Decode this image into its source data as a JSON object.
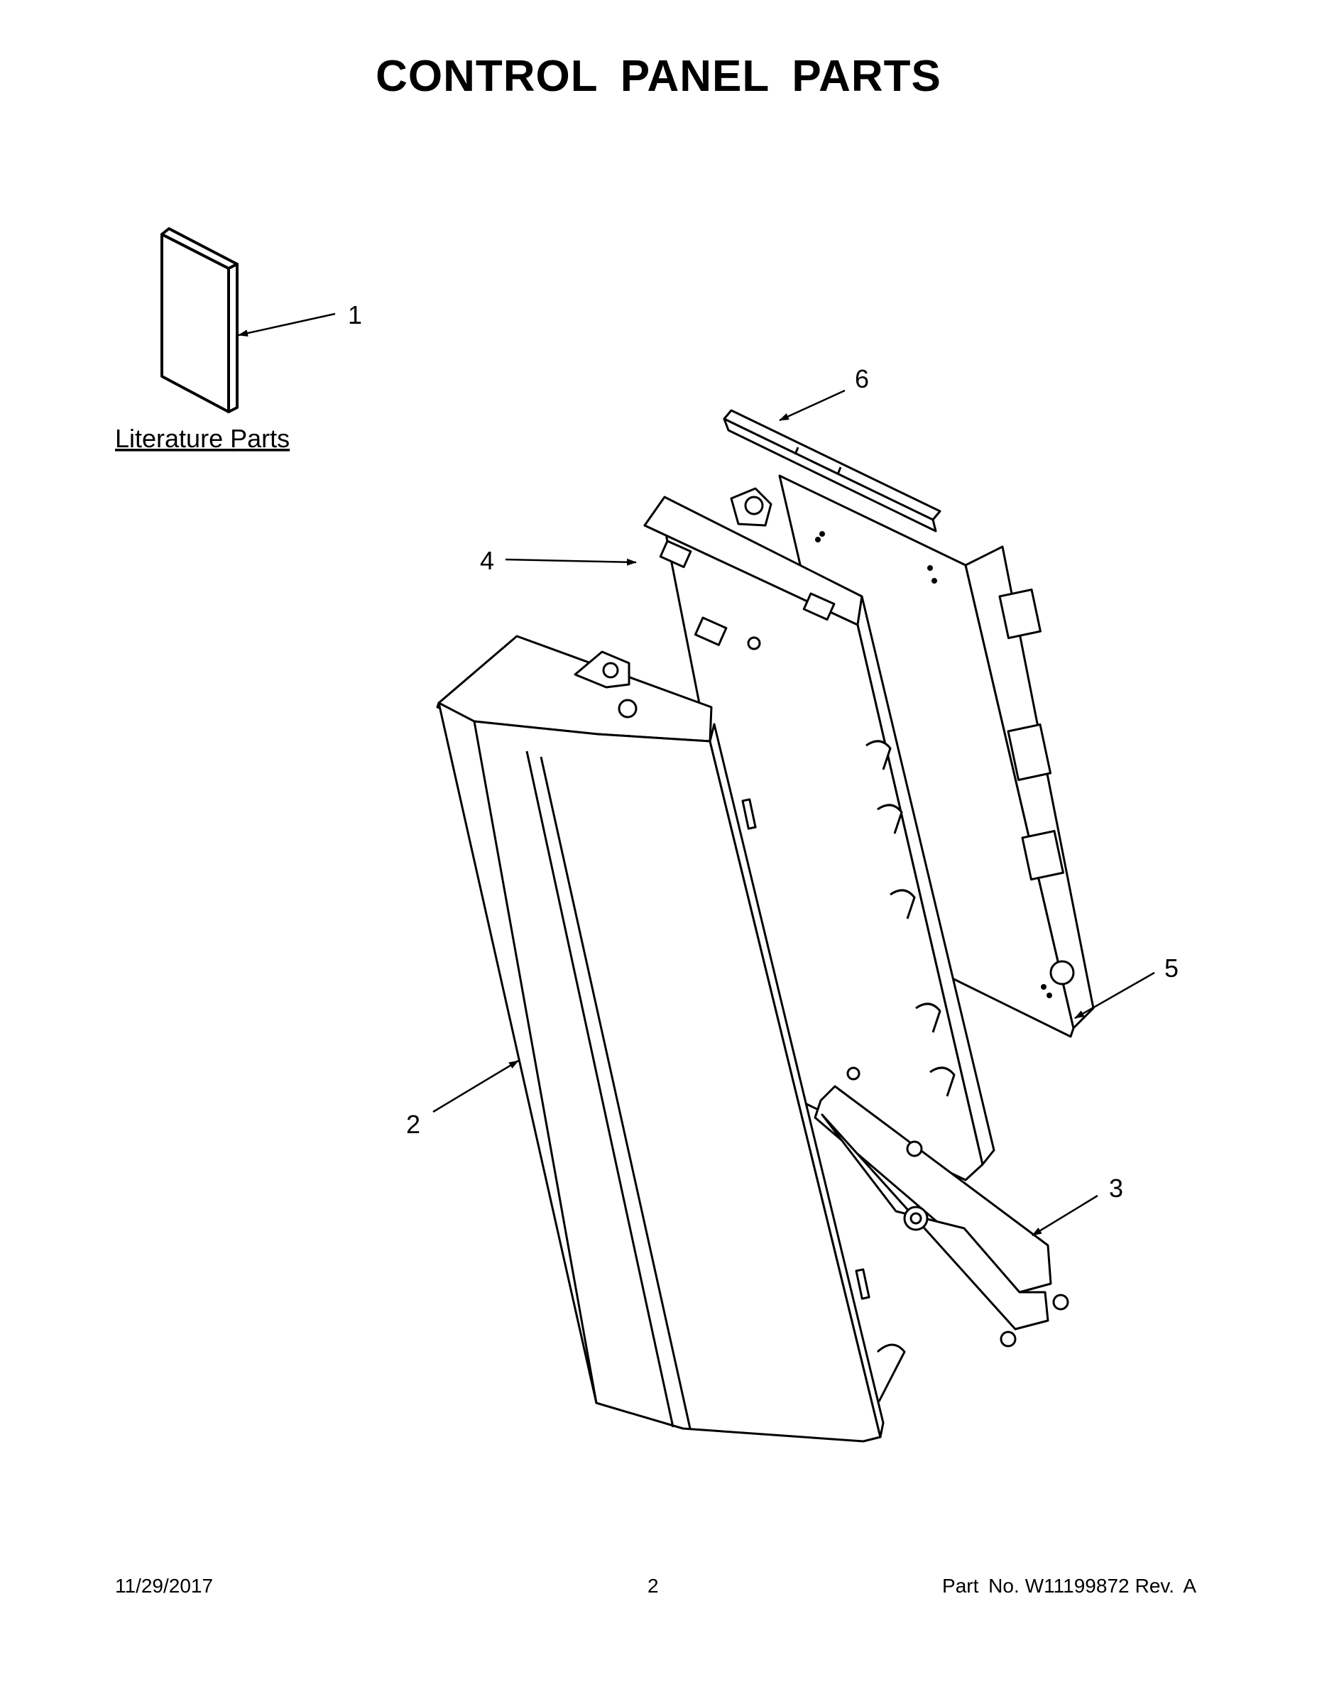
{
  "header": {
    "title": "CONTROL PANEL PARTS"
  },
  "callouts": [
    {
      "number": "1"
    },
    {
      "number": "2"
    },
    {
      "number": "3"
    },
    {
      "number": "4"
    },
    {
      "number": "5"
    },
    {
      "number": "6"
    }
  ],
  "literature": {
    "label": "Literature Parts"
  },
  "footer": {
    "date": "11/29/2017",
    "page": "2",
    "part_label": "Part No.",
    "part_number": "W11199872",
    "revision": "Rev. A"
  }
}
